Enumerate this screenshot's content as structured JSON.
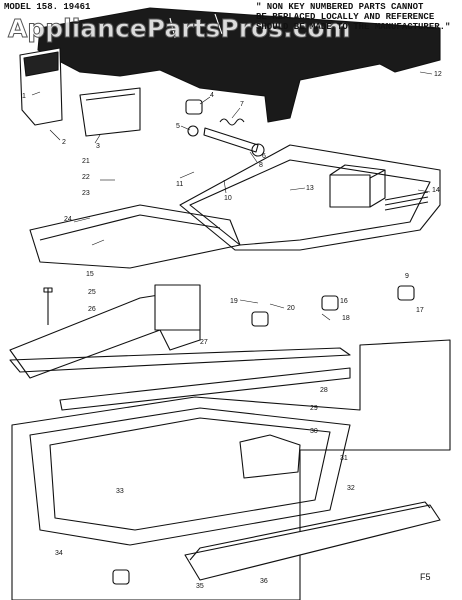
{
  "header": {
    "model": "MODEL 158. 19461",
    "note": [
      "\" NON KEY NUMBERED PARTS CANNOT",
      "BE REPLACED LOCALLY AND REFERENCE",
      "SHOULD BE MADE TO THE MANUFACTURER.\""
    ]
  },
  "watermark": "AppliancePartsPros.com",
  "footer_code": "F5",
  "colors": {
    "ink": "#111111",
    "fill": "#1a1a1a",
    "paper": "#ffffff"
  },
  "callouts": [
    "1",
    "2",
    "3",
    "4",
    "5",
    "6",
    "7",
    "8",
    "9",
    "10",
    "11",
    "12",
    "13",
    "14",
    "15",
    "16",
    "17",
    "18",
    "19",
    "20",
    "21",
    "22",
    "23",
    "24",
    "25",
    "26",
    "27",
    "28",
    "29",
    "30",
    "31",
    "32",
    "33",
    "34",
    "35",
    "36"
  ]
}
